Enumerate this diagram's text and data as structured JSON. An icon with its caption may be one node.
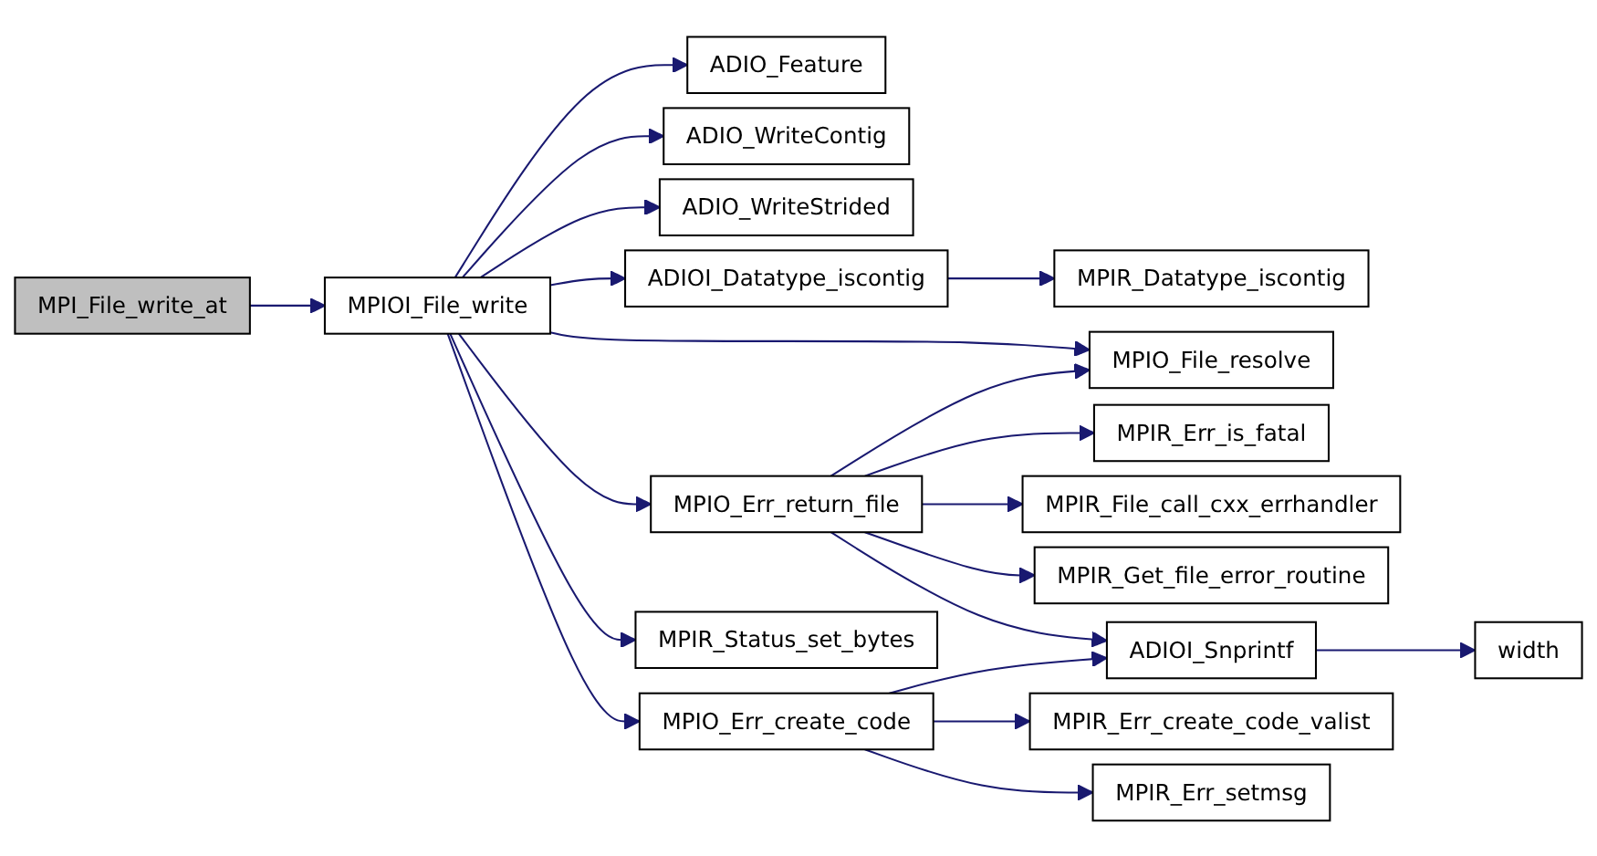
{
  "diagram": {
    "nodes": [
      {
        "text": [
          "MPI_File_write_at"
        ]
      },
      {
        "text": [
          "MPIOI_File_write"
        ]
      },
      {
        "text": [
          "ADIO_Feature"
        ]
      },
      {
        "text": [
          "ADIO_WriteContig"
        ]
      },
      {
        "text": [
          "ADIO_WriteStrided"
        ]
      },
      {
        "text": [
          "ADIOI_Datatype_iscontig"
        ]
      },
      {
        "text": [
          "MPIR_Datatype_iscontig"
        ]
      },
      {
        "text": [
          "MPIO_File_resolve"
        ]
      },
      {
        "text": [
          "MPIO_Err_return_file"
        ]
      },
      {
        "text": [
          "MPIR_Err_is_fatal"
        ]
      },
      {
        "text": [
          "MPIR_File_call_cxx_errhandler"
        ]
      },
      {
        "text": [
          "MPIR_Get_file_error_routine"
        ]
      },
      {
        "text": [
          "MPIO_Err_create_code"
        ]
      },
      {
        "text": [
          "ADIOI_Snprintf"
        ]
      },
      {
        "text": [
          "width"
        ]
      },
      {
        "text": [
          "MPIR_Status_set_bytes"
        ]
      },
      {
        "text": [
          "MPIR_Err_create_code_valist"
        ]
      },
      {
        "text": [
          "MPIR_Err_setmsg"
        ]
      }
    ],
    "edges": [
      {
        "from": 0,
        "to": 1,
        "arrow": "to"
      },
      {
        "from": 1,
        "to": 2,
        "arrow": "to"
      },
      {
        "from": 1,
        "to": 3,
        "arrow": "to"
      },
      {
        "from": 1,
        "to": 4,
        "arrow": "to"
      },
      {
        "from": 1,
        "to": 5,
        "arrow": "to"
      },
      {
        "from": 1,
        "to": 7,
        "arrow": "to"
      },
      {
        "from": 1,
        "to": 8,
        "arrow": "to"
      },
      {
        "from": 1,
        "to": 12,
        "arrow": "to"
      },
      {
        "from": 1,
        "to": 15,
        "arrow": "to"
      },
      {
        "from": 5,
        "to": 6,
        "arrow": "to"
      },
      {
        "from": 8,
        "to": 7,
        "arrow": "to"
      },
      {
        "from": 8,
        "to": 9,
        "arrow": "to"
      },
      {
        "from": 8,
        "to": 10,
        "arrow": "to"
      },
      {
        "from": 8,
        "to": 11,
        "arrow": "to"
      },
      {
        "from": 8,
        "to": 13,
        "arrow": "to"
      },
      {
        "from": 12,
        "to": 13,
        "arrow": "to"
      },
      {
        "from": 12,
        "to": 16,
        "arrow": "to"
      },
      {
        "from": 12,
        "to": 17,
        "arrow": "to"
      },
      {
        "from": 13,
        "to": 14,
        "arrow": "to"
      }
    ]
  }
}
